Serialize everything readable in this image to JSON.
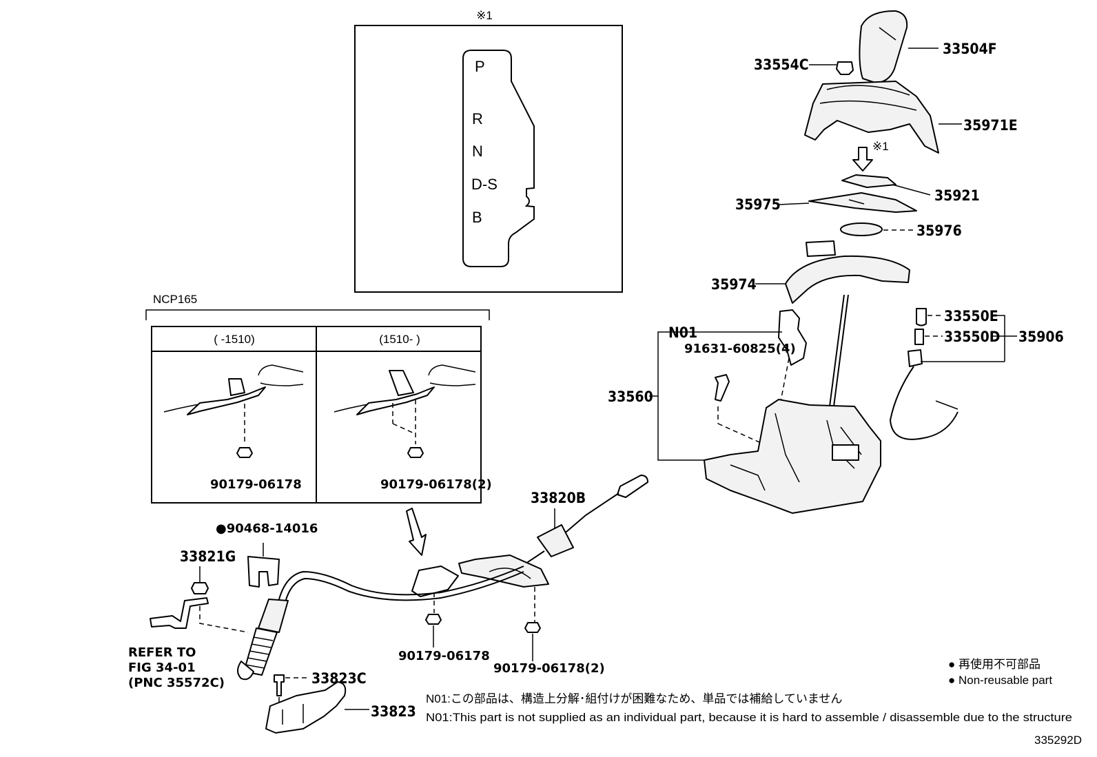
{
  "diagram": {
    "figure_code": "335292D",
    "gate_box": {
      "marker": "※1",
      "positions": [
        "P",
        "R",
        "N",
        "D-S",
        "B"
      ]
    },
    "variant_box": {
      "model": "NCP165",
      "left": {
        "range": "(      -1510)",
        "part": "90179-06178"
      },
      "right": {
        "range": "(1510-      )",
        "part": "90179-06178(2)"
      }
    },
    "parts": {
      "p33504F": "33504F",
      "p33554C": "33554C",
      "p35971E": "35971E",
      "p35921_marker": "※1",
      "p35921": "35921",
      "p35975": "35975",
      "p35976": "35976",
      "p35974": "35974",
      "pN01": "N01",
      "p91631": "91631-60825(4)",
      "p33560": "33560",
      "p33550E": "33550E",
      "p33550D": "33550D",
      "p35906": "35906",
      "p33820B": "33820B",
      "p90468": "●90468-14016",
      "p33821G": "33821G",
      "refer1": "REFER TO",
      "refer2": "FIG 34-01",
      "refer3": "(PNC 35572C)",
      "p33823C": "33823C",
      "p33823": "33823",
      "nut_center": "90179-06178",
      "nut_right": "90179-06178(2)"
    },
    "legend": {
      "jp": "● 再使用不可部品",
      "en": "● Non-reusable part"
    },
    "notes": {
      "jp": "N01:この部品は、構造上分解･組付けが困難なため、単品では補給していません",
      "en": "N01:This part is not supplied as an individual part, because it is hard to assemble / disassemble due to the structure"
    }
  }
}
